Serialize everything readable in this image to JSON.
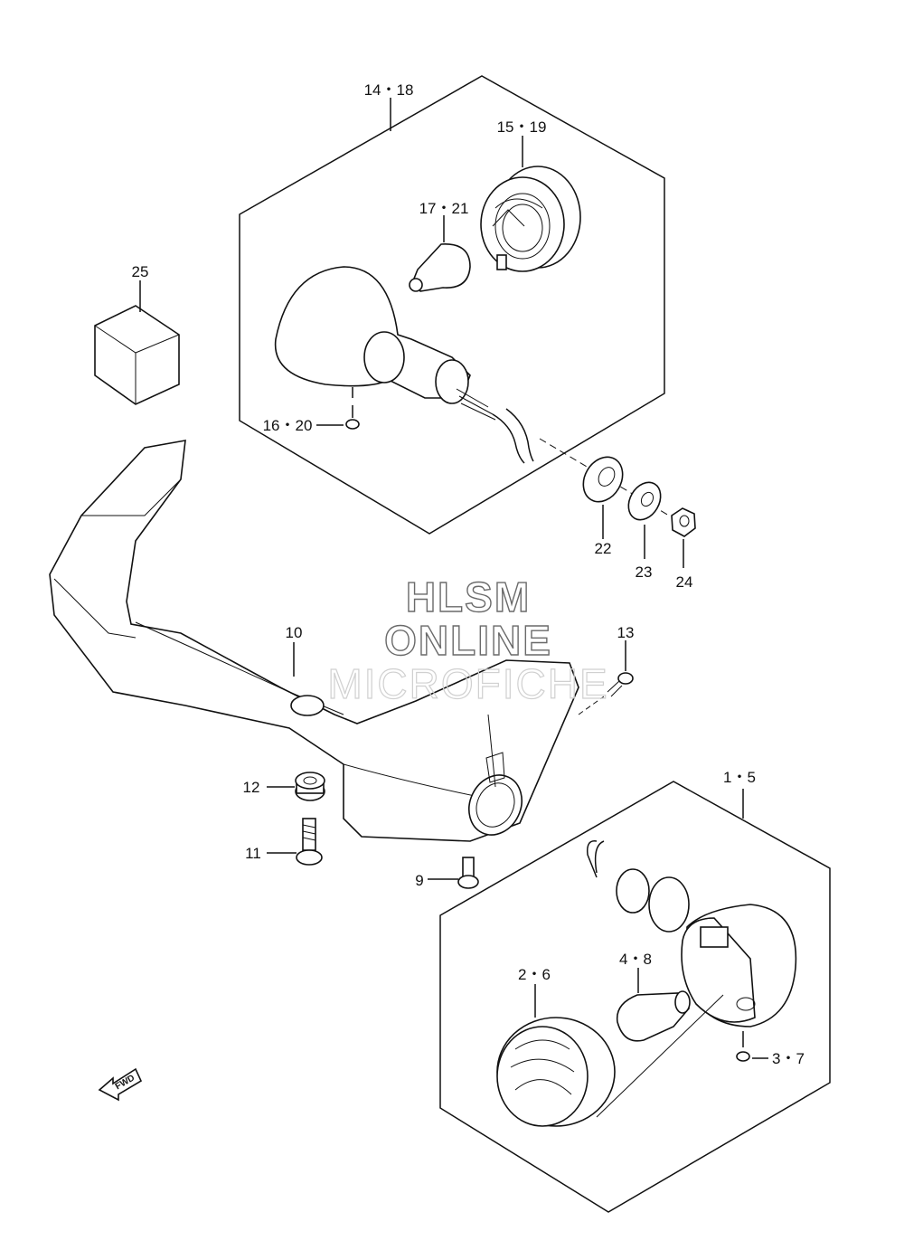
{
  "callouts": {
    "c14_18": "14・18",
    "c15_19": "15・19",
    "c17_21": "17・21",
    "c25": "25",
    "c16_20": "16・20",
    "c22": "22",
    "c23": "23",
    "c24": "24",
    "c10": "10",
    "c13": "13",
    "c12": "12",
    "c11": "11",
    "c9": "9",
    "c1_5": "1・5",
    "c2_6": "2・6",
    "c4_8": "4・8",
    "c3_7": "3・7"
  },
  "watermark": {
    "line1": "HLSM",
    "line2": "ONLINE",
    "line3": "MICROFICHE"
  },
  "fwd_label": "FWD"
}
